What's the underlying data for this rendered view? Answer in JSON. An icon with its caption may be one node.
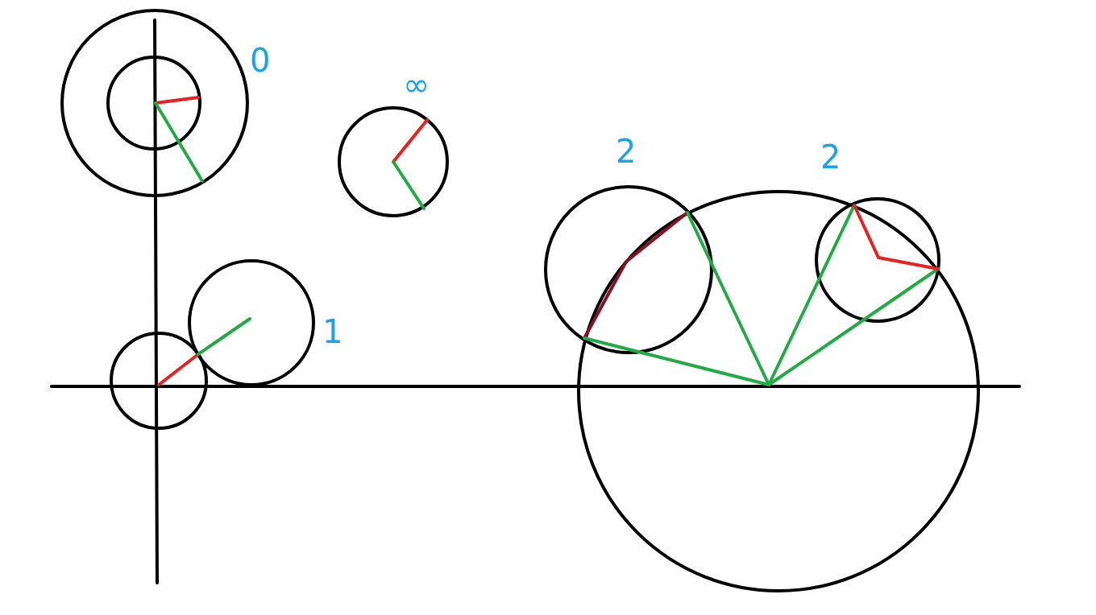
{
  "diagram": {
    "labels": [
      "0",
      "∞",
      "2",
      "2",
      "1"
    ]
  }
}
